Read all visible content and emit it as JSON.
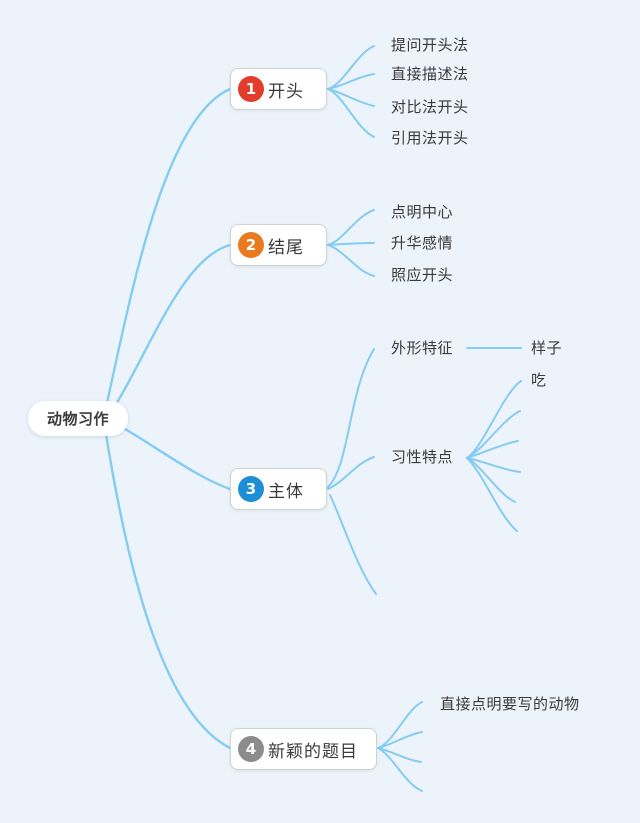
{
  "root": {
    "label": "动物习作"
  },
  "colors": {
    "background": "#edf3fa",
    "line": "#84ccf1",
    "node_bg": "#ffffff",
    "node_border": "#ccd6cb",
    "text": "#3a3a3a",
    "badge_text": "#ffffff",
    "badge1": "#e23c2d",
    "badge2": "#ea7a1f",
    "badge3": "#1e8fd5",
    "badge4": "#8c8c8c"
  },
  "branches": [
    {
      "number": "1",
      "label": "开头",
      "children": [
        {
          "label": "提问开头法"
        },
        {
          "label": "直接描述法"
        },
        {
          "label": "对比法开头"
        },
        {
          "label": "引用法开头"
        }
      ]
    },
    {
      "number": "2",
      "label": "结尾",
      "children": [
        {
          "label": "点明中心"
        },
        {
          "label": "升华感情"
        },
        {
          "label": "照应开头"
        }
      ]
    },
    {
      "number": "3",
      "label": "主体",
      "empty_children": 1,
      "children": [
        {
          "label": "外形特征",
          "children": [
            {
              "label": "样子"
            }
          ]
        },
        {
          "label": "习性特点",
          "empty_children": 5,
          "children": [
            {
              "label": "吃"
            }
          ]
        }
      ]
    },
    {
      "number": "4",
      "label": "新颖的题目",
      "empty_children": 3,
      "children": [
        {
          "label": "直接点明要写的动物"
        }
      ]
    }
  ]
}
